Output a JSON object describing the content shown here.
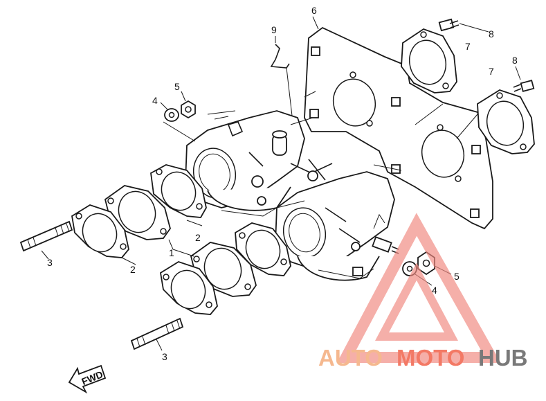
{
  "callouts": [
    "1",
    "2",
    "2",
    "3",
    "3",
    "4",
    "4",
    "5",
    "5",
    "6",
    "7",
    "7",
    "8",
    "8",
    "9"
  ],
  "fwd_label": "FWD",
  "watermark": {
    "part1": "AUTO",
    "part2": "MOTO",
    "part3": "HUB",
    "color_auto": "#f4b183",
    "color_moto": "#f26b55",
    "color_hub": "#6b6b6b",
    "triangle_color": "#f08a80"
  }
}
